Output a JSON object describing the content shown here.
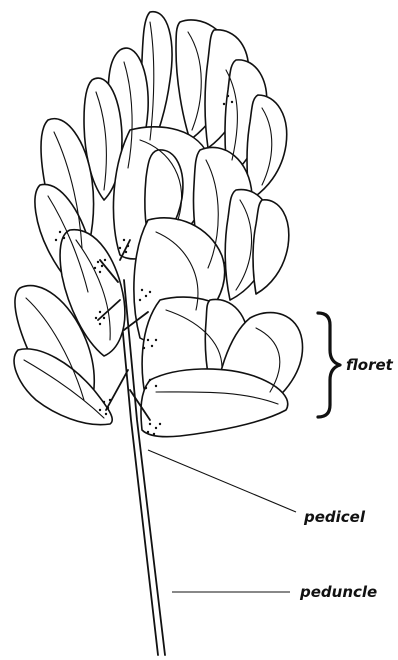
{
  "diagram": {
    "labels": {
      "floret": "floret",
      "pedicel": "pedicel",
      "peduncle": "peduncle"
    }
  },
  "colors": {
    "ink": "#111111",
    "background": "#ffffff"
  }
}
